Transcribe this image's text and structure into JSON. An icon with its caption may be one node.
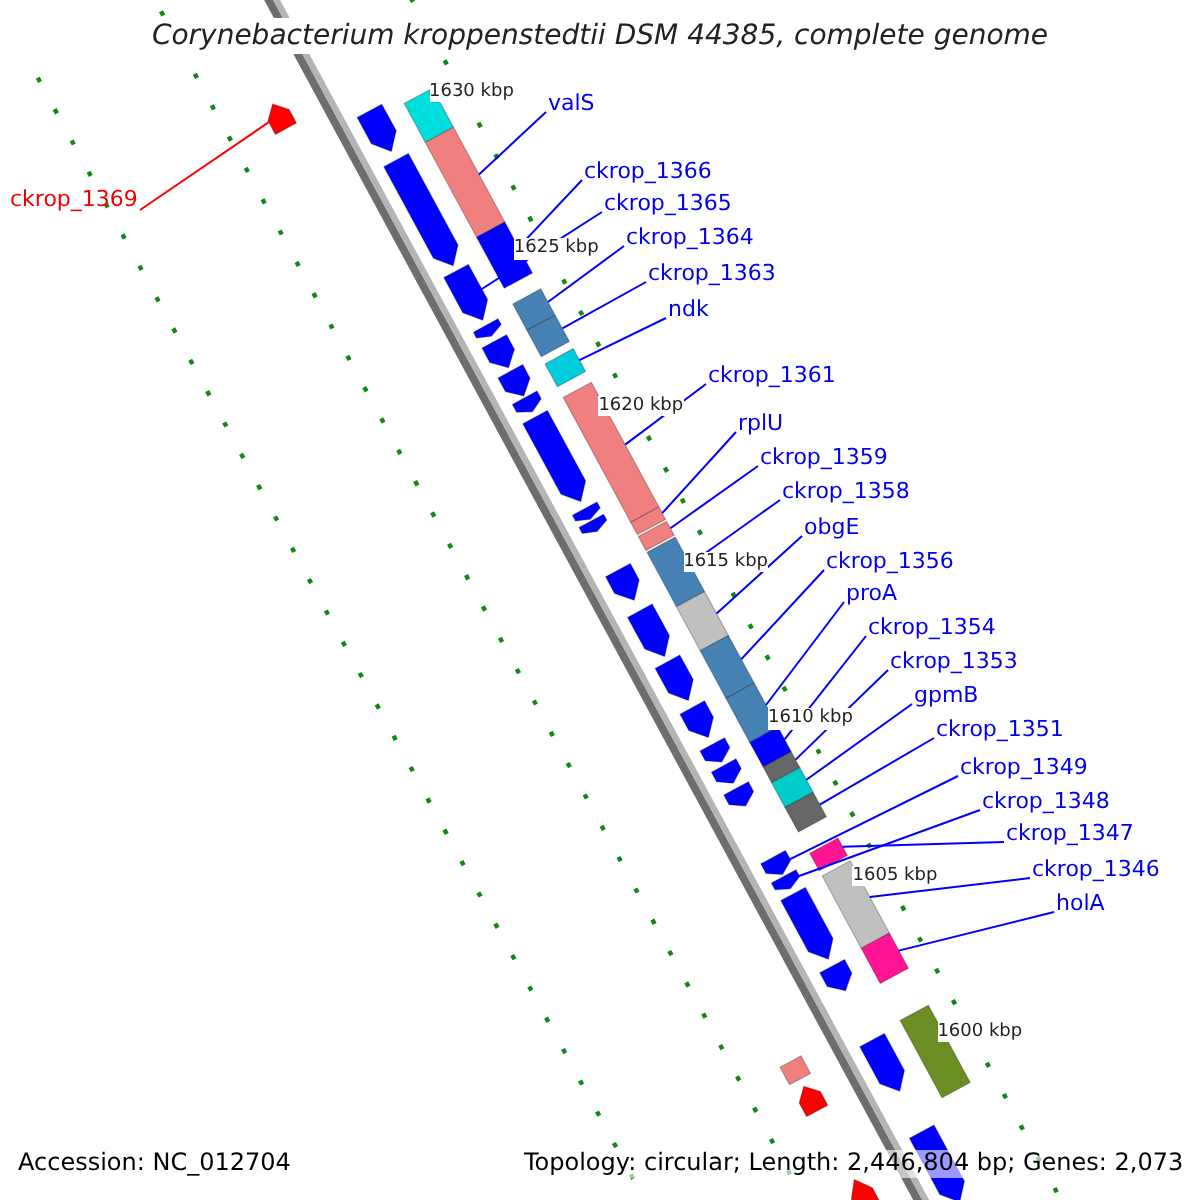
{
  "diagram": {
    "title": "Corynebacterium kroppenstedtii DSM 44385, complete genome",
    "nodes": [
      {
        "text": [
          "ckrop_1369"
        ]
      },
      {
        "text": [],
        "shape": "pentagon"
      },
      {
        "text": [
          "valS"
        ]
      },
      {
        "text": [],
        "shape": "bar"
      },
      {
        "text": [
          "ckrop_1366"
        ]
      },
      {
        "text": [],
        "shape": "bar"
      },
      {
        "text": [
          "ckrop_1365"
        ]
      },
      {
        "text": [],
        "shape": "pentagon"
      },
      {
        "text": [
          "ckrop_1364"
        ]
      },
      {
        "text": [],
        "shape": "bar"
      },
      {
        "text": [
          "ckrop_1363"
        ]
      },
      {
        "text": [],
        "shape": "bar"
      },
      {
        "text": [
          "ndk"
        ]
      },
      {
        "text": [],
        "shape": "bar"
      },
      {
        "text": [
          "ckrop_1361"
        ]
      },
      {
        "text": [],
        "shape": "bar"
      },
      {
        "text": [
          "rplU"
        ]
      },
      {
        "text": [],
        "shape": "bar"
      },
      {
        "text": [
          "ckrop_1359"
        ]
      },
      {
        "text": [],
        "shape": "bar"
      },
      {
        "text": [
          "ckrop_1358"
        ]
      },
      {
        "text": [],
        "shape": "bar"
      },
      {
        "text": [
          "obgE"
        ]
      },
      {
        "text": [],
        "shape": "bar"
      },
      {
        "text": [
          "ckrop_1356"
        ]
      },
      {
        "text": [],
        "shape": "bar"
      },
      {
        "text": [
          "proA"
        ]
      },
      {
        "text": [],
        "shape": "bar"
      },
      {
        "text": [
          "ckrop_1354"
        ]
      },
      {
        "text": [],
        "shape": "bar"
      },
      {
        "text": [
          "ckrop_1353"
        ]
      },
      {
        "text": [],
        "shape": "bar"
      },
      {
        "text": [
          "gpmB"
        ]
      },
      {
        "text": [],
        "shape": "bar"
      },
      {
        "text": [
          "ckrop_1351"
        ]
      },
      {
        "text": [],
        "shape": "bar"
      },
      {
        "text": [
          "ckrop_1349"
        ]
      },
      {
        "text": [],
        "shape": "pentagon"
      },
      {
        "text": [
          "ckrop_1348"
        ]
      },
      {
        "text": [],
        "shape": "pentagon"
      },
      {
        "text": [
          "ckrop_1347"
        ]
      },
      {
        "text": [],
        "shape": "bar"
      },
      {
        "text": [
          "ckrop_1346"
        ]
      },
      {
        "text": [],
        "shape": "bar"
      },
      {
        "text": [
          "holA"
        ]
      },
      {
        "text": [],
        "shape": "bar"
      },
      {
        "text": [],
        "shape": "pentagon"
      },
      {
        "text": [],
        "shape": "bar"
      },
      {
        "text": [],
        "shape": "pentagon"
      },
      {
        "text": [],
        "shape": "pentagon"
      },
      {
        "text": [],
        "shape": "pentagon"
      },
      {
        "text": [],
        "shape": "pentagon"
      },
      {
        "text": [],
        "shape": "pentagon"
      },
      {
        "text": [],
        "shape": "pentagon"
      },
      {
        "text": [],
        "shape": "pentagon"
      },
      {
        "text": [],
        "shape": "pentagon"
      },
      {
        "text": [],
        "shape": "pentagon"
      },
      {
        "text": [],
        "shape": "pentagon"
      },
      {
        "text": [],
        "shape": "pentagon"
      },
      {
        "text": [],
        "shape": "pentagon"
      },
      {
        "text": [],
        "shape": "pentagon"
      },
      {
        "text": [],
        "shape": "pentagon"
      },
      {
        "text": [],
        "shape": "pentagon"
      },
      {
        "text": [],
        "shape": "pentagon"
      },
      {
        "text": [],
        "shape": "pentagon"
      },
      {
        "text": [],
        "shape": "bar"
      },
      {
        "text": [],
        "shape": "bar"
      },
      {
        "text": [],
        "shape": "pentagon"
      },
      {
        "text": [],
        "shape": "pentagon"
      },
      {
        "text": [],
        "shape": "pentagon"
      },
      {
        "text": [],
        "shape": "pentagon"
      }
    ],
    "edges": [
      {
        "from": 0,
        "to": 1,
        "arrow": "none",
        "color": "#ff0000"
      },
      {
        "from": 2,
        "to": 3,
        "arrow": "none"
      },
      {
        "from": 4,
        "to": 5,
        "arrow": "none"
      },
      {
        "from": 6,
        "to": 7,
        "arrow": "none"
      },
      {
        "from": 8,
        "to": 9,
        "arrow": "none"
      },
      {
        "from": 10,
        "to": 11,
        "arrow": "none"
      },
      {
        "from": 12,
        "to": 13,
        "arrow": "none"
      },
      {
        "from": 14,
        "to": 15,
        "arrow": "none"
      },
      {
        "from": 16,
        "to": 17,
        "arrow": "none"
      },
      {
        "from": 18,
        "to": 19,
        "arrow": "none"
      },
      {
        "from": 20,
        "to": 21,
        "arrow": "none"
      },
      {
        "from": 22,
        "to": 23,
        "arrow": "none"
      },
      {
        "from": 24,
        "to": 25,
        "arrow": "none"
      },
      {
        "from": 26,
        "to": 27,
        "arrow": "none"
      },
      {
        "from": 28,
        "to": 29,
        "arrow": "none"
      },
      {
        "from": 30,
        "to": 31,
        "arrow": "none"
      },
      {
        "from": 32,
        "to": 33,
        "arrow": "none"
      },
      {
        "from": 34,
        "to": 35,
        "arrow": "none"
      },
      {
        "from": 36,
        "to": 37,
        "arrow": "none"
      },
      {
        "from": 38,
        "to": 39,
        "arrow": "none"
      },
      {
        "from": 40,
        "to": 41,
        "arrow": "none"
      },
      {
        "from": 42,
        "to": 43,
        "arrow": "none"
      },
      {
        "from": 44,
        "to": 45,
        "arrow": "none"
      }
    ],
    "labels": [
      "1630 kbp",
      "1625 kbp",
      "1620 kbp",
      "1615 kbp",
      "1610 kbp",
      "1605 kbp",
      "1600 kbp",
      "Accession: NC_012704",
      "Topology: circular; Length: 2,446,804 bp; Genes: 2,073"
    ]
  }
}
